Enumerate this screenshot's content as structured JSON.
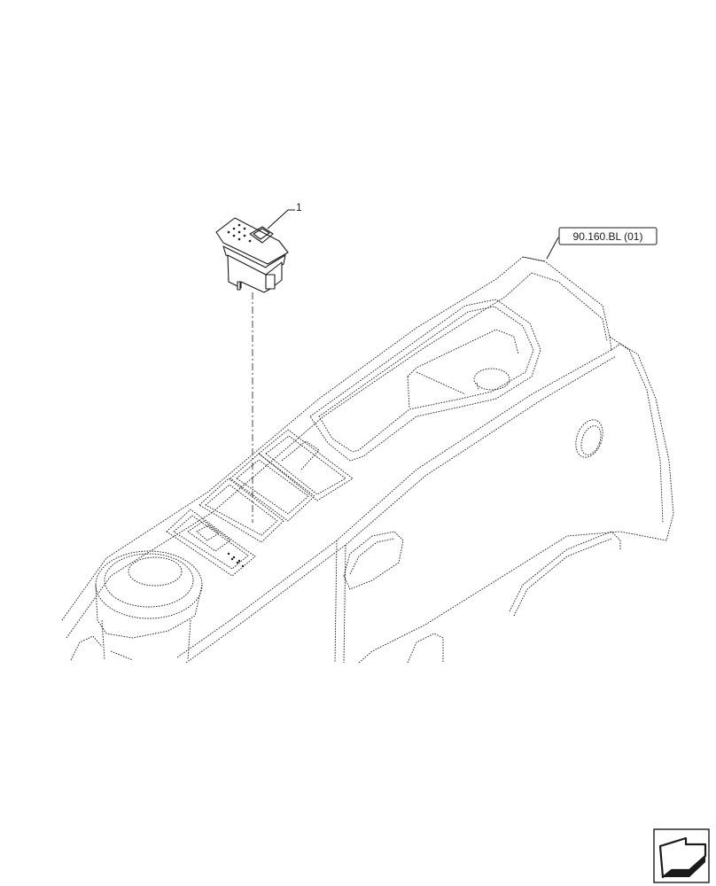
{
  "callouts": [
    {
      "id": "part-1",
      "text": "1"
    }
  ],
  "reference": {
    "text": "90.160.BL (01)"
  },
  "nav_icon": {
    "name": "next-page-arrow-icon"
  }
}
